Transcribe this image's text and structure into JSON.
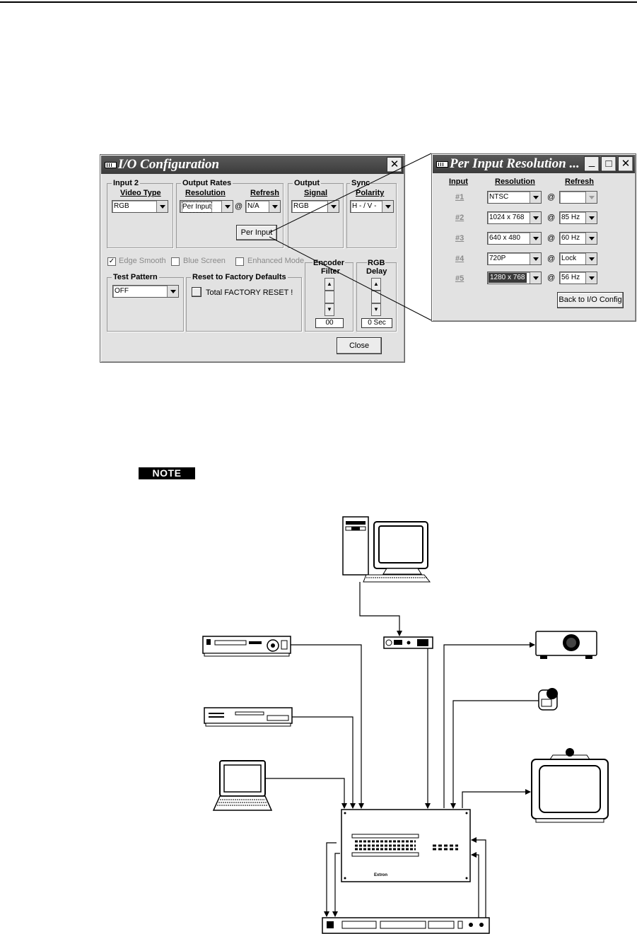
{
  "io_config": {
    "title": "I/O Configuration",
    "close_symbol": "✕",
    "input_group": {
      "label": "Input 2",
      "video_type_label": "Video Type",
      "video_type_value": "RGB"
    },
    "output_rates": {
      "label": "Output Rates",
      "resolution_label": "Resolution",
      "refresh_label": "Refresh",
      "resolution_value": "Per Input",
      "at": "@",
      "refresh_value": "N/A",
      "per_input_button": "Per Input"
    },
    "output_group": {
      "label": "Output",
      "signal_label": "Signal",
      "signal_value": "RGB"
    },
    "sync_group": {
      "label": "Sync",
      "polarity_label": "Polarity",
      "polarity_value": "H - / V -"
    },
    "edge_smooth": {
      "label": "Edge Smooth",
      "checked": true,
      "check_mark": "✓"
    },
    "blue_screen": {
      "label": "Blue Screen",
      "checked": false
    },
    "enhanced_mode": {
      "label": "Enhanced Mode",
      "checked": false
    },
    "test_pattern": {
      "label": "Test Pattern",
      "value": "OFF"
    },
    "reset": {
      "label": "Reset to Factory Defaults",
      "button_text": "Total FACTORY RESET !"
    },
    "encoder_filter": {
      "label_line1": "Encoder",
      "label_line2": "Filter",
      "value": "00"
    },
    "rgb_delay": {
      "label_line1": "RGB",
      "label_line2": "Delay",
      "value": "0 Sec"
    },
    "close_button": "Close"
  },
  "per_input": {
    "title": "Per Input Resolution ...",
    "minimize_symbol": "_",
    "maximize_symbol": "□",
    "close_symbol": "✕",
    "headers": {
      "input": "Input",
      "resolution": "Resolution",
      "refresh": "Refresh"
    },
    "rows": [
      {
        "input": "#1",
        "resolution": "NTSC",
        "at": "@",
        "refresh": "",
        "refresh_disabled": true
      },
      {
        "input": "#2",
        "resolution": "1024 x 768",
        "at": "@",
        "refresh": "85 Hz"
      },
      {
        "input": "#3",
        "resolution": "640 x 480",
        "at": "@",
        "refresh": "60 Hz"
      },
      {
        "input": "#4",
        "resolution": "720P",
        "at": "@",
        "refresh": "Lock"
      },
      {
        "input": "#5",
        "resolution": "1280 x 768",
        "at": "@",
        "refresh": "56 Hz",
        "highlighted": true
      }
    ],
    "back_button": "Back to I/O Config"
  },
  "note_label": "NOTE",
  "diagram": {
    "switcher_brand": "Extron"
  }
}
